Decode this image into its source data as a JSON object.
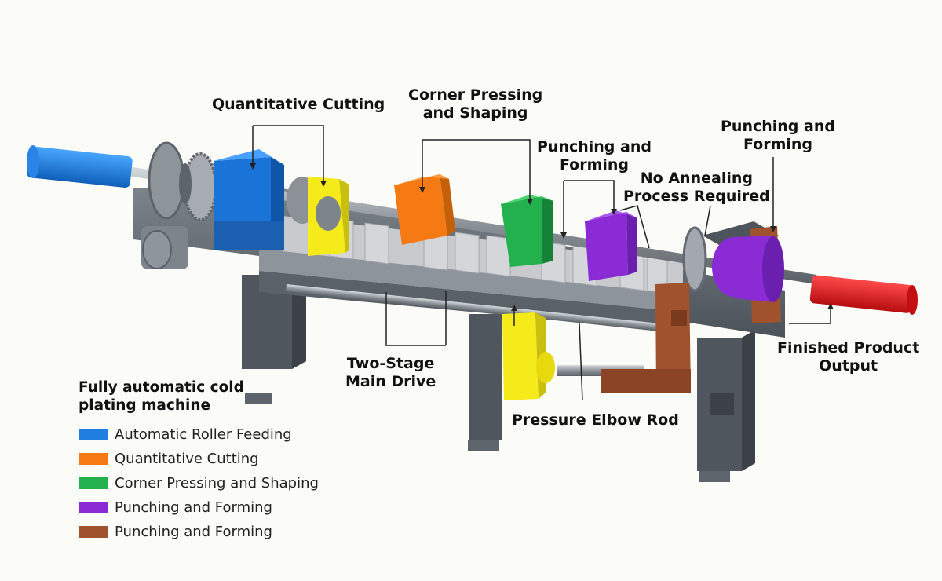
{
  "callouts": {
    "quantitative_cutting": "Quantitative Cutting",
    "corner_pressing": [
      "Corner Pressing",
      "and Shaping"
    ],
    "punching_forming_center": [
      "Punching and",
      "Forming"
    ],
    "no_annealing": [
      "No Annealing",
      "Process Required"
    ],
    "punching_forming_right": [
      "Punching and",
      "Forming"
    ],
    "finished_product": [
      "Finished Product",
      "Output"
    ],
    "two_stage_drive": [
      "Two-Stage",
      "Main Drive"
    ],
    "pressure_elbow_rod": "Pressure Elbow Rod"
  },
  "legend": {
    "title": [
      "Fully automatic cold",
      "plating machine"
    ],
    "items": [
      {
        "label": "Automatic Roller Feeding",
        "color": "#1f7fe0"
      },
      {
        "label": "Quantitative Cutting",
        "color": "#f57a14"
      },
      {
        "label": "Corner Pressing and Shaping",
        "color": "#22b14c"
      },
      {
        "label": "Punching and Forming",
        "color": "#8a2bd6"
      },
      {
        "label": "Punching and Forming",
        "color": "#a0522d"
      }
    ]
  },
  "colors": {
    "feed_roller": "#1f7fe0",
    "cutter": "#f57a14",
    "corner_press": "#22b14c",
    "punch_purple": "#8a2bd6",
    "punch_brown": "#a0522d",
    "clamp_yellow": "#f5ea1a",
    "output_roller": "#e8151b",
    "frame": "#5d646c"
  }
}
